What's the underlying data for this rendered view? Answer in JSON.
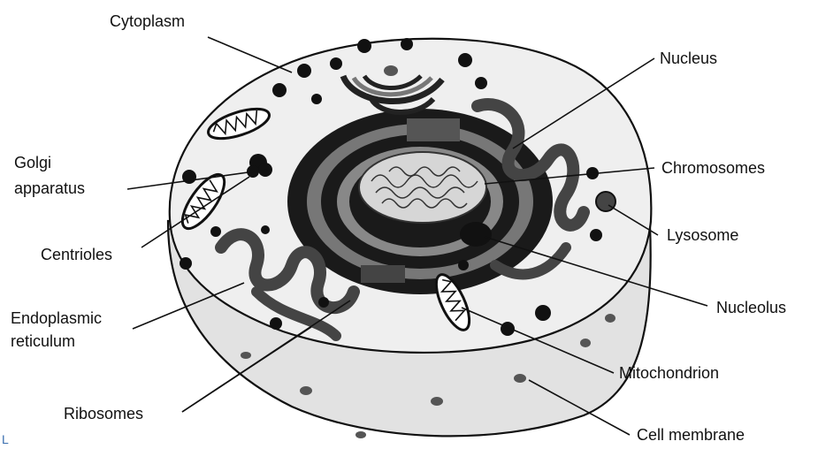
{
  "labels": {
    "cytoplasm": "Cytoplasm",
    "nucleus": "Nucleus",
    "golgi_1": "Golgi",
    "golgi_2": "apparatus",
    "chromosomes": "Chromosomes",
    "lysosome": "Lysosome",
    "centrioles": "Centrioles",
    "nucleolus": "Nucleolus",
    "er_1": "Endoplasmic",
    "er_2": "reticulum",
    "mitochondrion": "Mitochondrion",
    "ribosomes": "Ribosomes",
    "cell_membrane": "Cell membrane",
    "corner_mark": "L"
  },
  "colors": {
    "cytoplasm_fill": "#efefef",
    "cut_face_fill": "#e2e2e2",
    "organelle_dark": "#1a1a1a",
    "organelle_mid": "#555555",
    "corner_mark": "#3a6fb0"
  }
}
